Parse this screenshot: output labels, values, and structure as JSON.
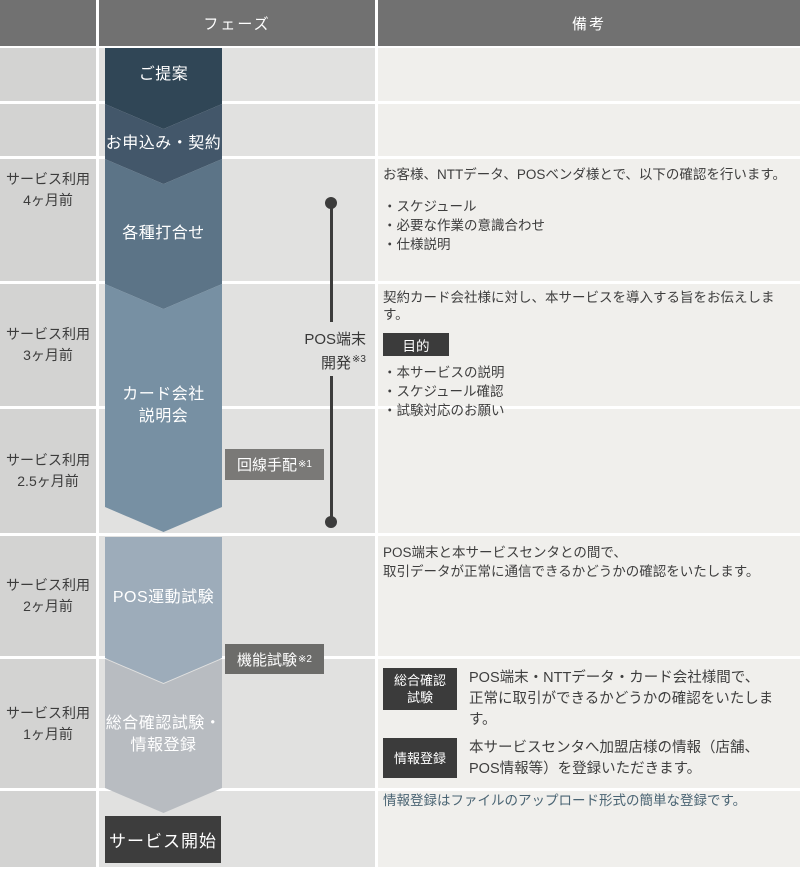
{
  "header": {
    "phase": "フェーズ",
    "remarks": "備考"
  },
  "timeline": {
    "rows": [
      {
        "line1": "サービス利用",
        "line2": "4ヶ月前"
      },
      {
        "line1": "サービス利用",
        "line2": "3ヶ月前"
      },
      {
        "line1": "サービス利用",
        "line2": "2.5ヶ月前"
      },
      {
        "line1": "サービス利用",
        "line2": "2ヶ月前"
      },
      {
        "line1": "サービス利用",
        "line2": "1ヶ月前"
      }
    ]
  },
  "phases": {
    "proposal": "ご提案",
    "application": "お申込み・契約",
    "meetings": "各種打合せ",
    "card_briefing_line1": "カード会社",
    "card_briefing_line2": "説明会",
    "pos_test": "POS運動試験",
    "final_test_line1": "総合確認試験・",
    "final_test_line2": "情報登録",
    "service_start": "サービス開始"
  },
  "annotations": {
    "pos_dev_line1": "POS端末",
    "pos_dev_line2": "開発",
    "pos_dev_sup": "※3",
    "line_arrange": "回線手配",
    "line_arrange_sup": "※1",
    "func_test": "機能試験",
    "func_test_sup": "※2"
  },
  "remarks": {
    "meetings": {
      "intro": "お客様、NTTデータ、POSベンダ様とで、以下の確認を行います。",
      "bullets": [
        "・スケジュール",
        "・必要な作業の意識合わせ",
        "・仕様説明"
      ]
    },
    "card_briefing": {
      "intro": "契約カード会社様に対し、本サービスを導入する旨をお伝えします。",
      "badge": "目的",
      "bullets": [
        "・本サービスの説明",
        "・スケジュール確認",
        "・試験対応のお願い"
      ]
    },
    "pos_test": {
      "line1": "POS端末と本サービスセンタとの間で、",
      "line2": "取引データが正常に通信できるかどうかの確認をいたします。"
    },
    "final_test": {
      "badge1_line1": "総合確認",
      "badge1_line2": "試験",
      "text1_line1": "POS端末・NTTデータ・カード会社様間で、",
      "text1_line2": "正常に取引ができるかどうかの確認をいたします。",
      "badge2": "情報登録",
      "text2_line1": "本サービスセンタへ加盟店様の情報（店舗、",
      "text2_line2": "POS情報等）を登録いただきます。",
      "note": "情報登録はファイルのアップロード形式の簡単な登録です。"
    }
  },
  "colors": {
    "header_bg": "#717171",
    "left_col_bg": "#d3d3d2",
    "phase_col_bg": "#e1e1e0",
    "remarks_col_bg": "#f0efec",
    "chevron_1": "#304656",
    "chevron_2": "#43576a",
    "chevron_3": "#5c7487",
    "chevron_4": "#7790a3",
    "chevron_5": "#9dacba",
    "chevron_6": "#b8bcc1",
    "dark_box": "#3d3d3d",
    "badge_dark": "#3b3b3b",
    "badge_gray_1": "#7a7977",
    "badge_gray_2": "#6c6c6a",
    "note_text": "#4a6473"
  }
}
